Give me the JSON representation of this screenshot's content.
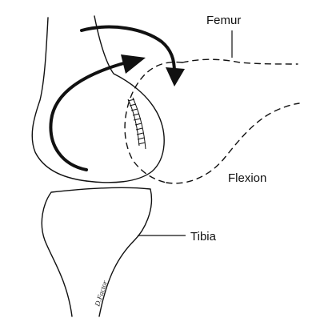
{
  "labels": {
    "femur": "Femur",
    "flexion": "Flexion",
    "tibia": "Tibia"
  },
  "signature": "D.Factor",
  "colors": {
    "ink": "#111111",
    "background": "#ffffff"
  }
}
